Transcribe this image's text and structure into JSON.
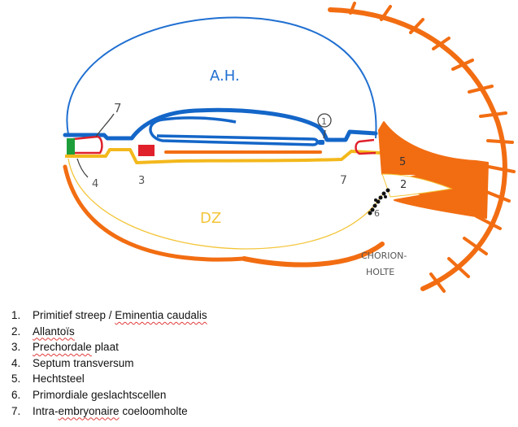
{
  "diagram": {
    "labels": {
      "amnion": "A.H.",
      "yolk_sac": "DZ",
      "chorion_cavity_line1": "CHORION-",
      "chorion_cavity_line2": "HOLTE",
      "n7_upper": "7",
      "n1": "1",
      "n5": "5",
      "n2": "2",
      "n6": "6",
      "n4": "4",
      "n3": "3",
      "n7_lower": "7"
    },
    "colors": {
      "amnion_blue": "#1f6fd1",
      "ectoderm_blue": "#1466c8",
      "endoderm_yellow": "#f3b81c",
      "chorion_orange": "#f26d12",
      "mesoderm_orange": "#f26d12",
      "septum_red": "#e0202a",
      "streak_green": "#1e9e3a",
      "germ_cells": "#111111"
    }
  },
  "legend": [
    {
      "num": "1.",
      "text": "Primitief streep / ",
      "text_underlined": "Eminentia caudalis"
    },
    {
      "num": "2.",
      "text": "",
      "text_underlined": "Allantoïs"
    },
    {
      "num": "3.",
      "text": "",
      "text_underlined": "Prechordale",
      "text_after": " plaat"
    },
    {
      "num": "4.",
      "text": "Septum transversum"
    },
    {
      "num": "5.",
      "text": "Hechtsteel"
    },
    {
      "num": "6.",
      "text": "Primordiale geslachtscellen"
    },
    {
      "num": "7.",
      "text": "Intra-",
      "text_underlined": "embryonaire",
      "text_after": " coeloomholte"
    }
  ]
}
